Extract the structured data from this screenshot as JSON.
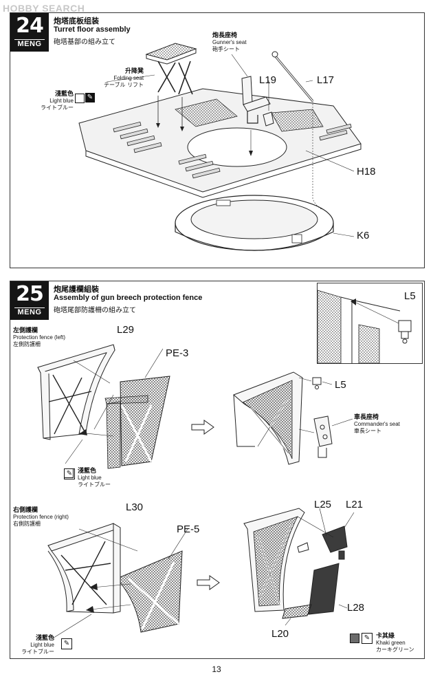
{
  "watermark": "HOBBY SEARCH",
  "page_number": "13",
  "step24": {
    "number": "24",
    "brand": "MENG",
    "title_cn": "炮塔底板组装",
    "title_en": "Turret floor assembly",
    "title_jp": "砲塔基部の組み立て",
    "folding_seat": {
      "cn": "升降凳",
      "en": "Folding seat",
      "jp": "テーブル リフト"
    },
    "gunners_seat": {
      "cn": "炮長座椅",
      "en": "Gunner's seat",
      "jp": "砲手シート"
    },
    "paint_light_blue": {
      "cn": "淺藍色",
      "en": "Light blue",
      "jp": "ライトブルー"
    },
    "parts": {
      "l19": "L19",
      "l17": "L17",
      "h18": "H18",
      "k6": "K6"
    }
  },
  "step25": {
    "number": "25",
    "brand": "MENG",
    "title_cn": "炮尾護欄組裝",
    "title_en": "Assembly of gun breech protection fence",
    "title_jp": "砲塔尾部防護柵の組み立て",
    "fence_left": {
      "cn": "左側護欄",
      "en": "Protection fence (left)",
      "jp": "左側防護柵"
    },
    "fence_right": {
      "cn": "右側護欄",
      "en": "Protection fence (right)",
      "jp": "右側防護柵"
    },
    "commanders_seat": {
      "cn": "車長座椅",
      "en": "Commander's seat",
      "jp": "車長シート"
    },
    "paint_light_blue_1": {
      "cn": "淺藍色",
      "en": "Light blue",
      "jp": "ライトブルー"
    },
    "paint_light_blue_2": {
      "cn": "淺藍色",
      "en": "Light blue",
      "jp": "ライトブルー"
    },
    "paint_khaki_green": {
      "cn": "卡其綠",
      "en": "Khaki green",
      "jp": "カーキグリーン"
    },
    "parts": {
      "l5_inset": "L5",
      "l29": "L29",
      "pe3": "PE-3",
      "l5": "L5",
      "l30": "L30",
      "pe5": "PE-5",
      "l25": "L25",
      "l21": "L21",
      "l28": "L28",
      "l20": "L20"
    }
  },
  "colors": {
    "khaki_green": "#6b6b6b",
    "badge": "#151515"
  }
}
